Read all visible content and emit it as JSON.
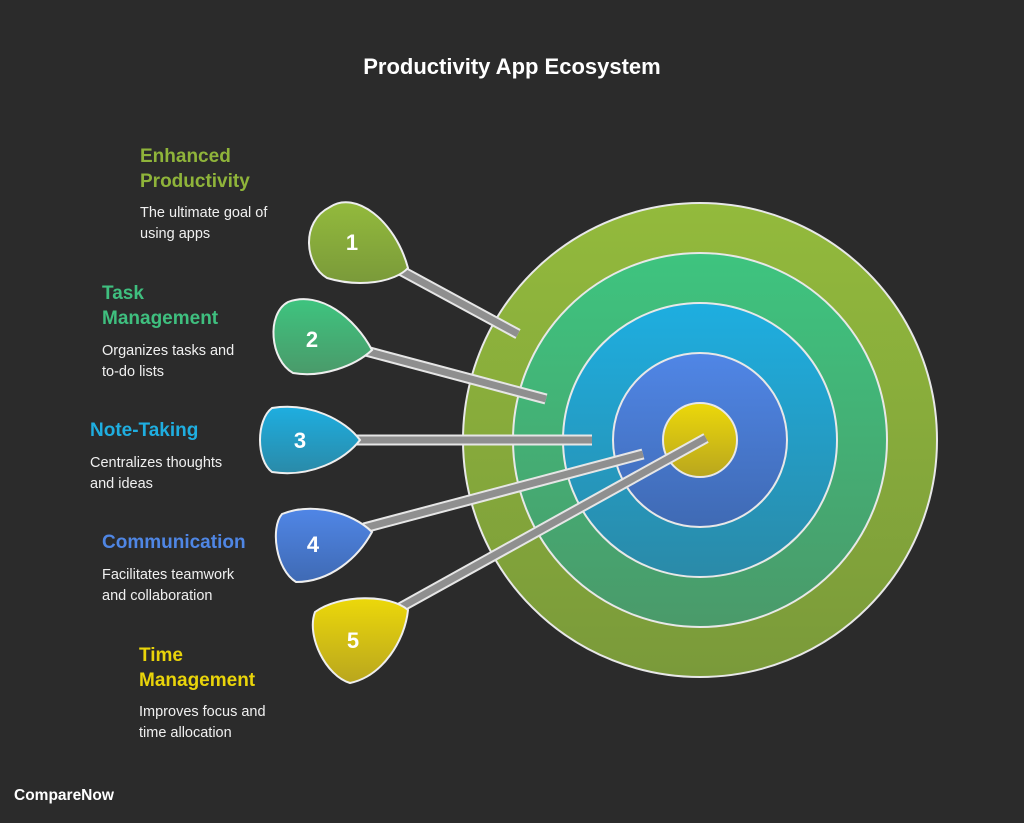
{
  "title": "Productivity App Ecosystem",
  "brand": "CompareNow",
  "items": [
    {
      "number": "1",
      "label_lines": [
        "Enhanced",
        "Productivity"
      ],
      "desc_lines": [
        "The ultimate goal of",
        "using apps"
      ],
      "color": "#8fb43a"
    },
    {
      "number": "2",
      "label_lines": [
        "Task",
        "Management"
      ],
      "desc_lines": [
        "Organizes tasks and",
        "to-do lists"
      ],
      "color": "#3fbf7f"
    },
    {
      "number": "3",
      "label_lines": [
        "Note-Taking"
      ],
      "desc_lines": [
        "Centralizes thoughts",
        "and ideas"
      ],
      "color": "#1faee0"
    },
    {
      "number": "4",
      "label_lines": [
        "Communication"
      ],
      "desc_lines": [
        "Facilitates teamwork",
        "and collaboration"
      ],
      "color": "#4f86e4"
    },
    {
      "number": "5",
      "label_lines": [
        "Time",
        "Management"
      ],
      "desc_lines": [
        "Improves focus and",
        "time allocation"
      ],
      "color": "#e9d40a"
    }
  ]
}
